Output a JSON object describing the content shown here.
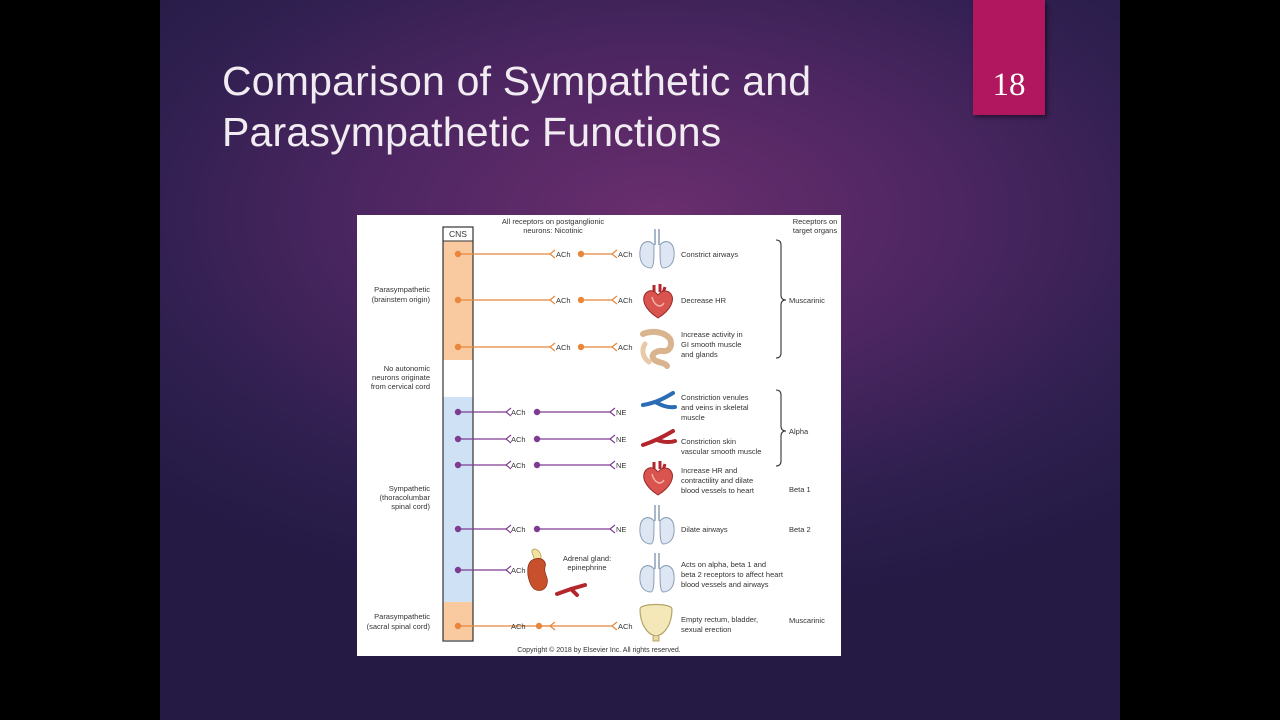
{
  "slide": {
    "title_line1": "Comparison of Sympathetic and",
    "title_line2": "Parasympathetic Functions",
    "page_number": "18"
  },
  "diagram": {
    "cns_label": "CNS",
    "top_header": [
      "All receptors on postganglionic",
      "neurons: Nicotinic"
    ],
    "right_header": [
      "Receptors on",
      "target organs"
    ],
    "left_labels": {
      "para_brainstem": [
        "Parasympathetic",
        "(brainstem origin)"
      ],
      "no_autonomic": [
        "No autonomic",
        "neurons originate",
        "from cervical cord"
      ],
      "sympathetic": [
        "Sympathetic",
        "(thoracolumbar",
        "spinal cord)"
      ],
      "para_sacral": [
        "Parasympathetic",
        "(sacral spinal cord)"
      ]
    },
    "neurotransmitters": {
      "ach": "ACh",
      "ne": "NE"
    },
    "adrenal_label": [
      "Adrenal gland:",
      "epinephrine"
    ],
    "effects": {
      "airways_constrict": [
        "Constrict airways"
      ],
      "decrease_hr": [
        "Decrease HR"
      ],
      "gi_activity": [
        "Increase activity in",
        "GI smooth muscle",
        "and glands"
      ],
      "venules": [
        "Constriction venules",
        "and veins in skeletal",
        "muscle"
      ],
      "skin_vascular": [
        "Constriction skin",
        "vascular smooth muscle"
      ],
      "increase_hr": [
        "Increase HR and",
        "contractility and dilate",
        "blood vessels to heart"
      ],
      "dilate_airways": [
        "Dilate airways"
      ],
      "acts_on": [
        "Acts on alpha, beta 1 and",
        "beta 2 receptors to affect heart",
        "blood vessels and airways"
      ],
      "empty_rectum": [
        "Empty rectum, bladder,",
        "sexual erection"
      ]
    },
    "receptors": {
      "muscarinic": "Muscarinic",
      "alpha": "Alpha",
      "beta1": "Beta 1",
      "beta2": "Beta 2",
      "muscarinic_sacral": "Muscarinic"
    },
    "copyright": "Copyright © 2018 by Elsevier Inc. All rights reserved.",
    "colors": {
      "parasympathetic": "#e8873a",
      "sympathetic": "#7e3b92",
      "para_region": "#f9c9a0",
      "symp_region": "#cfe2f5",
      "vein_blue": "#2a6db5",
      "artery_red": "#b3262b"
    }
  }
}
